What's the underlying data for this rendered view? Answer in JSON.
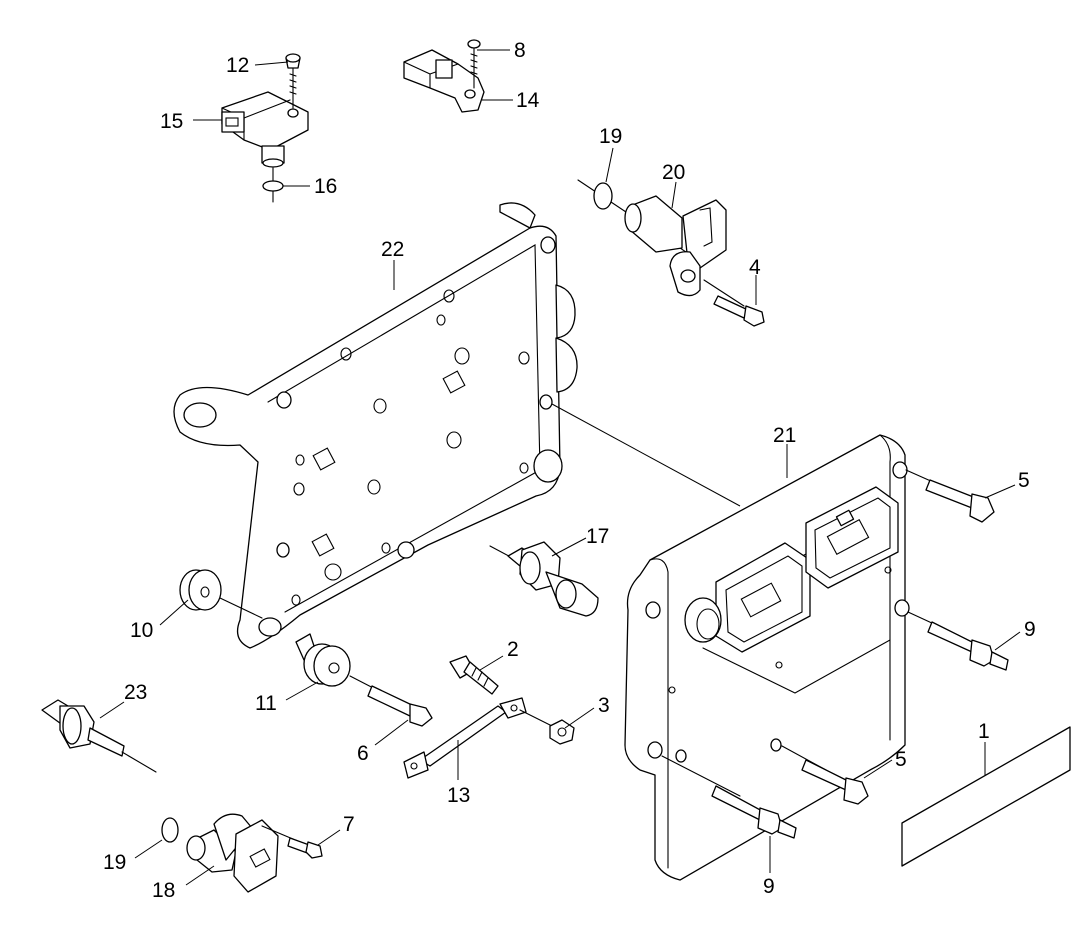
{
  "diagram": {
    "colors": {
      "line": "#000000",
      "background": "#ffffff"
    },
    "callouts": [
      "1",
      "2",
      "3",
      "4",
      "5",
      "5",
      "6",
      "7",
      "8",
      "9",
      "9",
      "10",
      "11",
      "12",
      "13",
      "14",
      "15",
      "16",
      "17",
      "18",
      "19",
      "19",
      "20",
      "21",
      "22",
      "23"
    ]
  }
}
